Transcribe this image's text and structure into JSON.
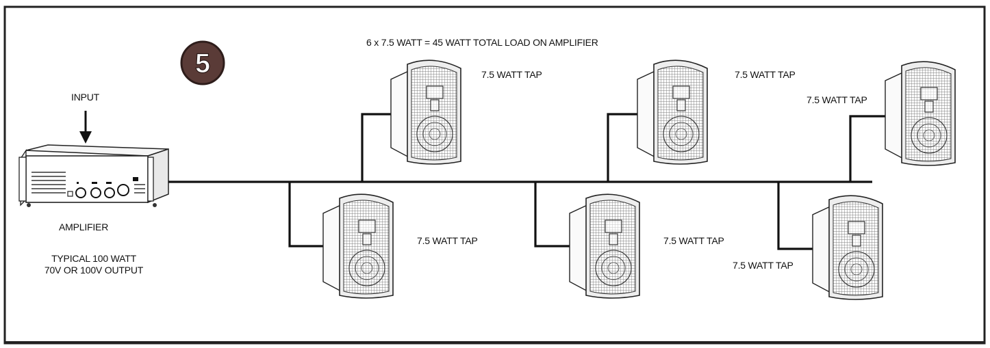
{
  "badge": {
    "number": "5",
    "color": "#5a3b37"
  },
  "headline": "6 x 7.5 WATT = 45 WATT TOTAL LOAD ON AMPLIFIER",
  "input_label": "INPUT",
  "amplifier": {
    "label": "AMPLIFIER",
    "spec_line1": "TYPICAL 100 WATT",
    "spec_line2": "70V OR 100V OUTPUT"
  },
  "speakers": [
    {
      "tap_label": "7.5 WATT TAP"
    },
    {
      "tap_label": "7.5 WATT TAP"
    },
    {
      "tap_label": "7.5 WATT TAP"
    },
    {
      "tap_label": "7.5 WATT TAP"
    },
    {
      "tap_label": "7.5 WATT TAP"
    },
    {
      "tap_label": "7.5 WATT TAP"
    }
  ]
}
